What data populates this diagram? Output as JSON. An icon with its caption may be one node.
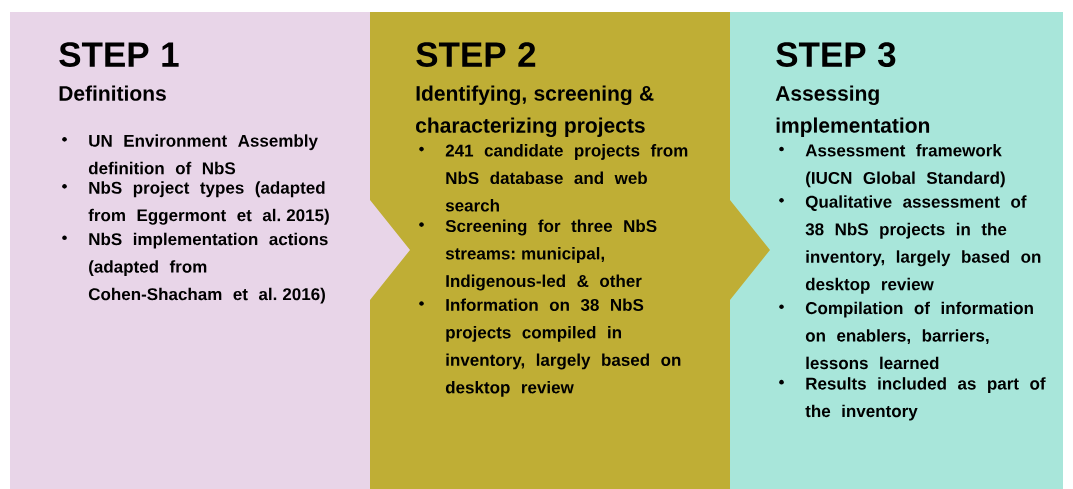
{
  "diagram": {
    "nodes": [
      {
        "text": [
          "STEP 1",
          "Definitions",
          "UN Environment Assembly definition of NbS",
          "NbS project types (adapted from Eggermont et al. 2015)",
          "NbS implementation actions (adapted from Cohen-Shacham et al. 2016)"
        ]
      },
      {
        "text": [
          "STEP 2",
          "Identifying, screening & characterizing projects",
          "241 candidate projects from NbS database and web search",
          "Screening for three NbS streams: municipal, Indigenous-led & other",
          "Information on 38 NbS projects compiled in inventory, largely based on desktop review"
        ]
      },
      {
        "text": [
          "STEP 3",
          "Assessing implementation",
          "Assessment framework (IUCN Global Standard)",
          "Qualitative assessment of 38 NbS projects in the inventory, largely based on desktop review",
          "Compilation of information on enablers, barriers, lessons learned",
          "Results included as part of the inventory"
        ]
      }
    ]
  }
}
